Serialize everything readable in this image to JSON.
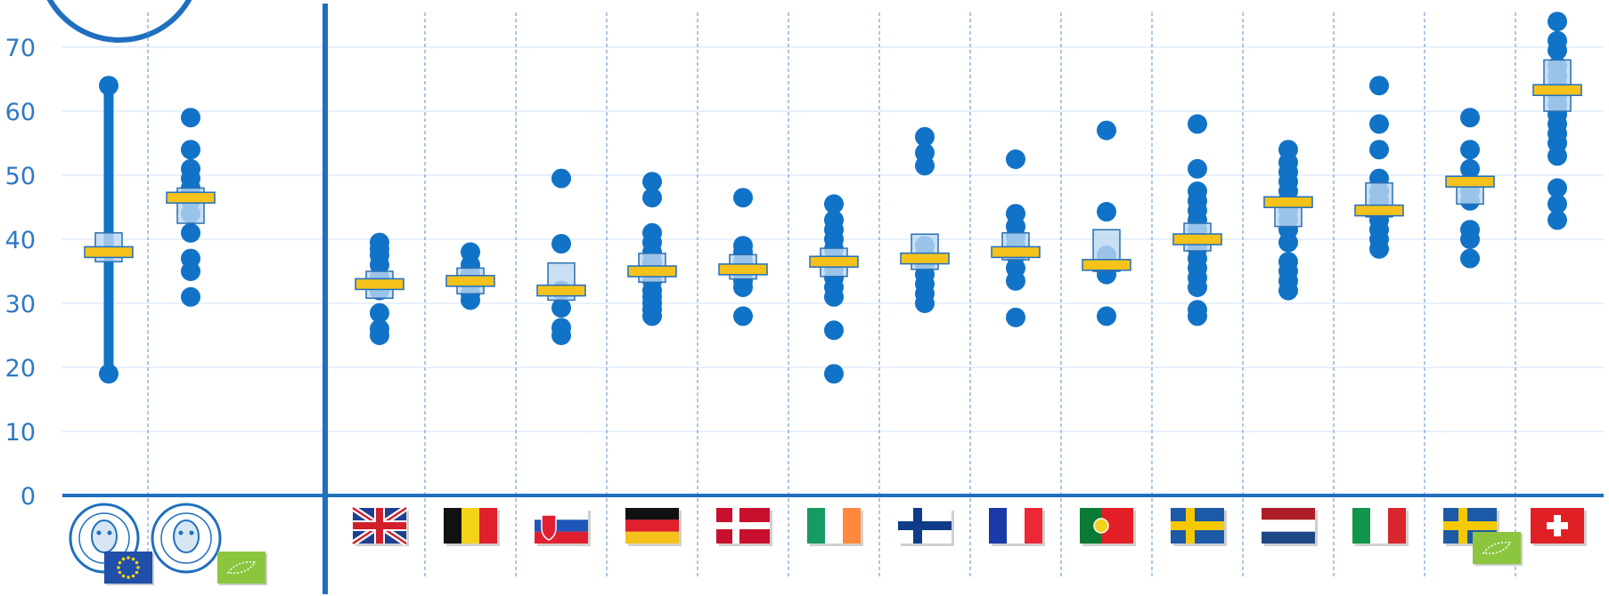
{
  "chart_data": {
    "type": "scatter",
    "title": "",
    "xlabel": "",
    "ylabel": "",
    "ylim": [
      0,
      70
    ],
    "yticks": [
      0,
      10,
      20,
      30,
      40,
      50,
      60,
      70
    ],
    "y_tick_labels": [
      "0",
      "10",
      "20",
      "30",
      "40",
      "50",
      "60",
      "70"
    ],
    "grid": true,
    "legend": "none",
    "colors": {
      "axis": "#1f6fbf",
      "point": "#1173c7",
      "box_fill": "#bcd7f1",
      "box_stroke": "#2a6fb2",
      "median_fill": "#f5c21b",
      "median_stroke": "#1f6fbf",
      "grid": "#dbe8f6",
      "tick_text": "#2f78c4"
    },
    "categories": [
      {
        "id": "eu-dairy-farmers",
        "icon": "eu-dairy-farmers-logo-icon",
        "style": "range",
        "min": 19,
        "max": 64,
        "q1": 36.5,
        "median": 38,
        "q3": 41,
        "points": [
          19,
          64
        ]
      },
      {
        "id": "eu-dairy-farmers-organic",
        "icon": "eu-organic-dairy-farmers-logo-icon",
        "style": "points",
        "min": 31,
        "max": 59,
        "q1": 42.5,
        "median": 46.5,
        "q3": 48,
        "points": [
          31,
          35,
          37,
          41,
          44,
          46,
          48,
          49.5,
          51,
          54,
          59
        ]
      },
      {
        "id": "united-kingdom",
        "icon": "flag-uk-icon",
        "style": "points",
        "min": 25,
        "max": 39.5,
        "q1": 30.8,
        "median": 33,
        "q3": 35,
        "points": [
          25,
          26,
          28.5,
          32,
          34,
          36,
          37.5,
          38.5,
          39.5
        ]
      },
      {
        "id": "belgium",
        "icon": "flag-belgium-icon",
        "style": "points",
        "min": 30.5,
        "max": 38,
        "q1": 31.5,
        "median": 33.5,
        "q3": 35.5,
        "points": [
          30.5,
          31.5,
          33,
          34.5,
          36,
          38
        ]
      },
      {
        "id": "slovakia",
        "icon": "flag-slovakia-icon",
        "style": "points",
        "min": 25,
        "max": 49.5,
        "q1": 30.5,
        "median": 32,
        "q3": 36.3,
        "points": [
          25,
          26.2,
          29.3,
          32,
          39.3,
          49.5
        ]
      },
      {
        "id": "germany",
        "icon": "flag-germany-icon",
        "style": "points",
        "min": 28,
        "max": 49,
        "q1": 33.3,
        "median": 35,
        "q3": 37.8,
        "points": [
          28,
          29,
          30,
          31,
          32,
          33.5,
          35,
          36.5,
          38,
          39.5,
          41,
          46.5,
          49
        ]
      },
      {
        "id": "denmark",
        "icon": "flag-denmark-icon",
        "style": "points",
        "min": 28,
        "max": 46.5,
        "q1": 33.8,
        "median": 35.3,
        "q3": 37.6,
        "points": [
          28,
          32.5,
          33.5,
          34.5,
          35.5,
          36.5,
          38,
          39,
          46.5
        ]
      },
      {
        "id": "ireland",
        "icon": "flag-ireland-icon",
        "style": "points",
        "min": 19,
        "max": 45.5,
        "q1": 34.2,
        "median": 36.5,
        "q3": 38.6,
        "points": [
          19,
          25.8,
          31,
          32.5,
          34,
          35.5,
          37,
          38.5,
          40,
          41.5,
          43,
          45.5
        ]
      },
      {
        "id": "finland",
        "icon": "flag-finland-icon",
        "style": "points",
        "min": 30,
        "max": 56,
        "q1": 35.3,
        "median": 37,
        "q3": 40.8,
        "points": [
          30,
          31.5,
          33,
          34.5,
          36,
          37.5,
          39,
          51.5,
          53.5,
          56
        ]
      },
      {
        "id": "france",
        "icon": "flag-france-icon",
        "style": "points",
        "min": 27.8,
        "max": 52.5,
        "q1": 36.8,
        "median": 38,
        "q3": 41,
        "points": [
          27.8,
          33.5,
          35.5,
          37.5,
          39,
          40.5,
          42,
          44,
          52.5
        ]
      },
      {
        "id": "portugal",
        "icon": "flag-portugal-icon",
        "style": "points",
        "min": 28,
        "max": 57,
        "q1": 35,
        "median": 36,
        "q3": 41.5,
        "points": [
          28,
          34.5,
          36,
          37.5,
          44.3,
          57
        ]
      },
      {
        "id": "sweden",
        "icon": "flag-sweden-icon",
        "style": "points",
        "min": 28,
        "max": 58,
        "q1": 38.2,
        "median": 40,
        "q3": 42.5,
        "points": [
          28,
          29,
          32.5,
          34,
          35.5,
          37,
          38.5,
          40,
          41.5,
          43,
          44.5,
          46,
          47.5,
          51,
          58
        ]
      },
      {
        "id": "netherlands",
        "icon": "flag-netherlands-icon",
        "style": "points",
        "min": 32,
        "max": 54,
        "q1": 42,
        "median": 45.8,
        "q3": 46.5,
        "points": [
          32,
          33.5,
          35,
          36.5,
          39.5,
          41.5,
          43,
          44.5,
          46,
          47.5,
          49,
          50.5,
          52,
          54
        ]
      },
      {
        "id": "italy",
        "icon": "flag-italy-icon",
        "style": "points",
        "min": 38.5,
        "max": 64,
        "q1": 43.5,
        "median": 44.5,
        "q3": 48.8,
        "points": [
          38.5,
          40,
          41.5,
          43,
          44.5,
          46,
          47.5,
          49.5,
          54,
          58,
          64
        ]
      },
      {
        "id": "sweden-organic",
        "icon": "flag-sweden-organic-icon",
        "style": "points",
        "min": 37,
        "max": 59,
        "q1": 45.5,
        "median": 49,
        "q3": 49.8,
        "points": [
          37,
          40,
          41.5,
          46,
          47.5,
          49,
          51,
          54,
          59
        ]
      },
      {
        "id": "switzerland",
        "icon": "flag-switzerland-icon",
        "style": "points",
        "min": 43,
        "max": 74,
        "q1": 60,
        "median": 63.3,
        "q3": 68,
        "points": [
          43,
          45.5,
          48,
          53,
          55,
          56.5,
          58,
          59.5,
          61,
          62.5,
          64,
          65.5,
          67,
          69.5,
          71,
          74
        ]
      }
    ]
  }
}
